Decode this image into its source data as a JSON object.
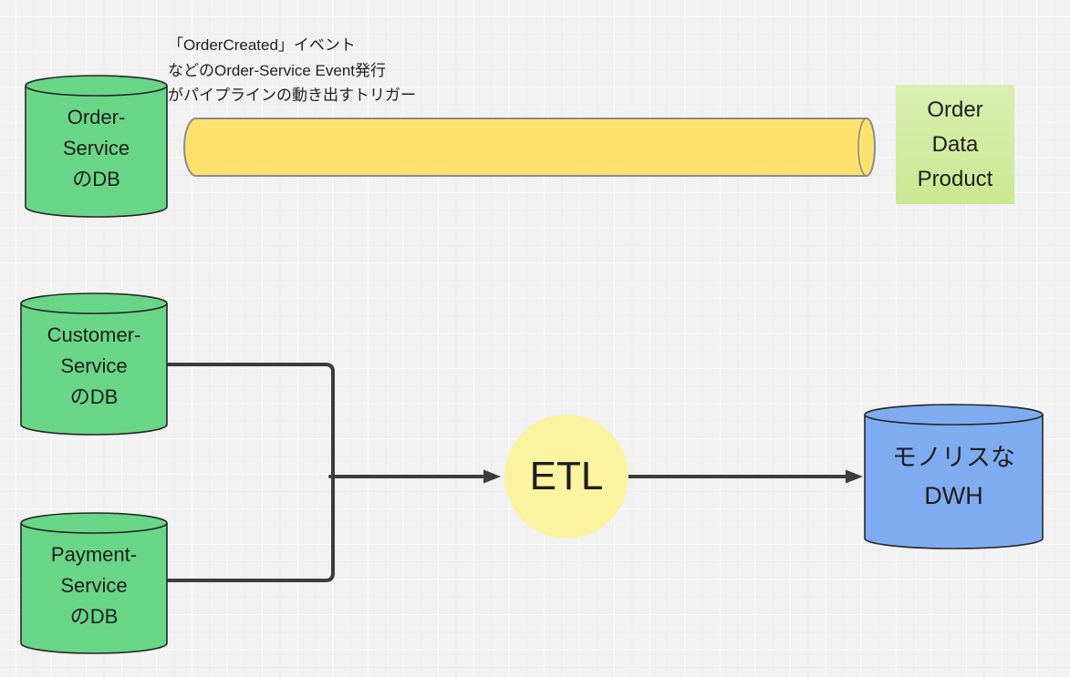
{
  "canvas": {
    "background": "#F1F1F1",
    "grid": "on"
  },
  "annotation": {
    "text": "「OrderCreated」イベント\nなどのOrder-Service Event発行\nがパイプラインの動き出すトリガー"
  },
  "nodes": {
    "order_db": {
      "label": "Order-\nService\nのDB",
      "shape": "cylinder",
      "fill": "#69D687",
      "stroke": "#262626"
    },
    "event_pipeline": {
      "label": "",
      "shape": "horizontal-pipe",
      "fill": "#FFE26E",
      "stroke": "#8C8C8C"
    },
    "order_data_product": {
      "label": "Order\nData\nProduct",
      "shape": "sticky-note",
      "fill": "#CBE892"
    },
    "customer_db": {
      "label": "Customer-\nService\nのDB",
      "shape": "cylinder",
      "fill": "#69D687",
      "stroke": "#262626"
    },
    "payment_db": {
      "label": "Payment-\nService\nのDB",
      "shape": "cylinder",
      "fill": "#69D687",
      "stroke": "#262626"
    },
    "etl": {
      "label": "ETL",
      "shape": "circle",
      "fill": "#FAF3A0"
    },
    "dwh": {
      "label": "モノリスな\nDWH",
      "shape": "cylinder",
      "fill": "#7FACF0",
      "stroke": "#262626"
    }
  },
  "connectors": {
    "color": "#3C3C3C",
    "edges": [
      {
        "from": "customer_db",
        "to": "etl",
        "via": "merge-junction",
        "arrow": true
      },
      {
        "from": "payment_db",
        "to": "etl",
        "via": "merge-junction",
        "arrow": true
      },
      {
        "from": "etl",
        "to": "dwh",
        "arrow": true
      }
    ]
  }
}
